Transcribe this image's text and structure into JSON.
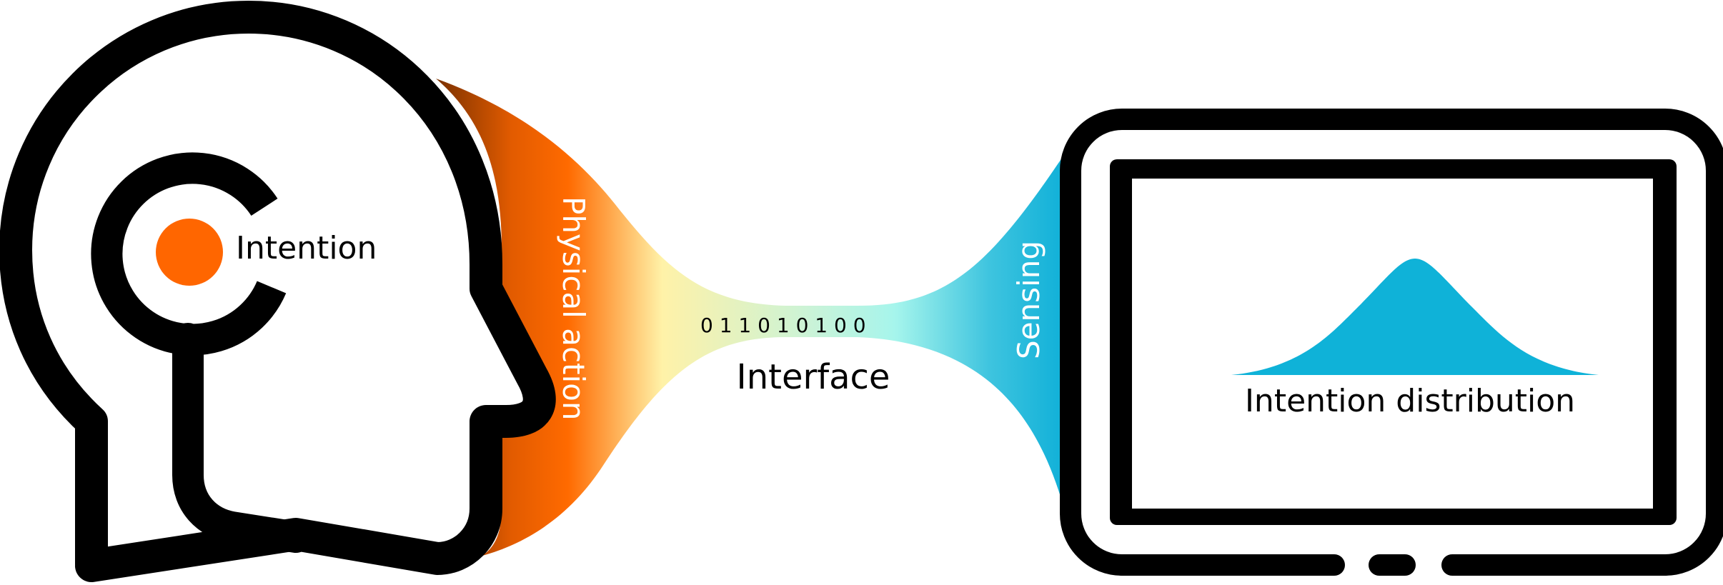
{
  "labels": {
    "intention": "Intention",
    "physical_action": "Physical action",
    "bits": "0 1 1 0 1 0 1 0 0",
    "interface": "Interface",
    "sensing": "Sensing",
    "distribution": "Intention distribution"
  },
  "colors": {
    "outline": "#000000",
    "intention_dot": "#ff6600",
    "channel_dark": "#7a3100",
    "channel_orange": "#ff6a00",
    "channel_yellow": "#fff2a8",
    "channel_cyan": "#a6f5ec",
    "channel_blue": "#10b0d8",
    "distribution_fill": "#0fb2d8"
  }
}
